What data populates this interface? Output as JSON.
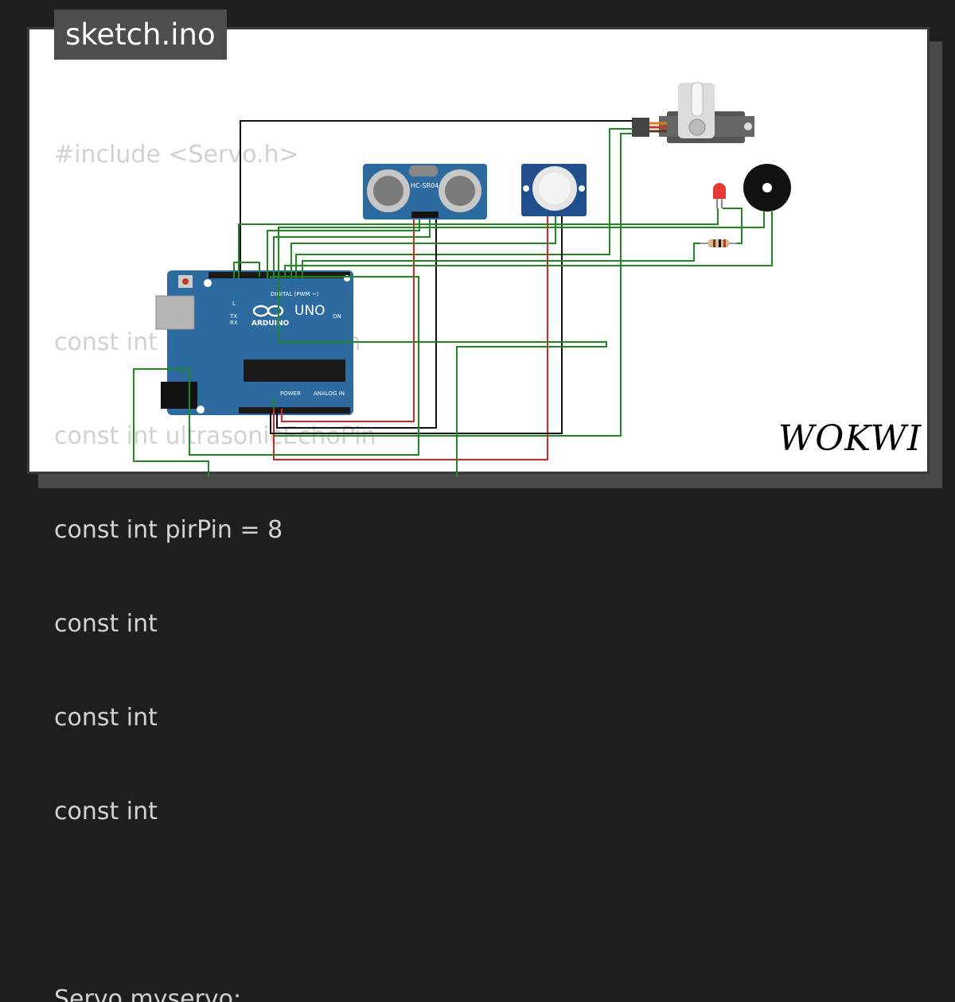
{
  "title": "sketch.ino",
  "code_lines": [
    "#include <Servo.h>",
    "",
    "const int ultrasonicTrigPin",
    "const int ultrasonicEchoPin",
    "const int pirPin = 8",
    "const int",
    "const int",
    "const int",
    "",
    "Servo myservo;"
  ],
  "brand": "WOKWI",
  "board": {
    "name": "UNO",
    "maker": "ARDUINO",
    "digital_label": "DIGITAL (PWM ~)",
    "power_label": "POWER",
    "analog_label": "ANALOG IN",
    "on_label": "ON",
    "l_label": "L",
    "tx_label": "TX",
    "rx_label": "RX"
  },
  "sensor": {
    "label": "HC-SR04"
  },
  "colors": {
    "background": "#1e1e1e",
    "card": "#ffffff",
    "board": "#2d6aa0",
    "wire_green": "#1f8a1f",
    "wire_red": "#e02020",
    "wire_black": "#111111"
  }
}
